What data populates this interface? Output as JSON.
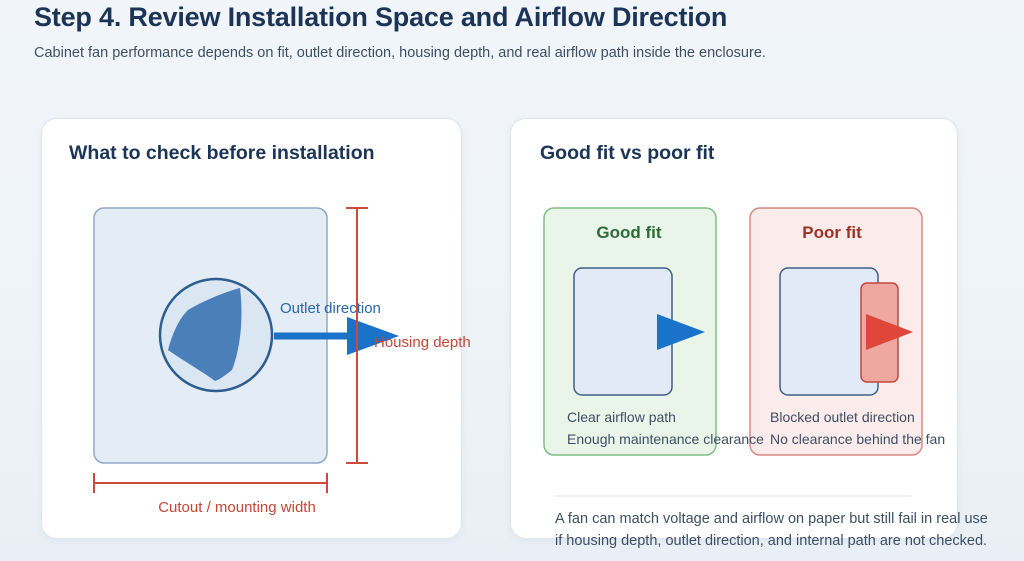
{
  "header": {
    "title": "Step 4. Review Installation Space and Airflow Direction",
    "subtitle": "Cabinet fan performance depends on fit, outlet direction, housing depth, and real airflow path inside the enclosure."
  },
  "left_card": {
    "title": "What to check before installation",
    "labels": {
      "outlet": "Outlet direction",
      "depth": "Housing depth",
      "width": "Cutout / mounting width"
    }
  },
  "right_card": {
    "title": "Good fit vs poor fit",
    "good": {
      "title": "Good fit",
      "line1": "Clear airflow path",
      "line2": "Enough maintenance clearance"
    },
    "poor": {
      "title": "Poor fit",
      "line1": "Blocked outlet direction",
      "line2": "No clearance behind the fan"
    }
  },
  "note": {
    "line1": "A fan can match voltage and airflow on paper but still fail in real use",
    "line2": "if housing depth, outlet direction, and internal path are not checked."
  },
  "colors": {
    "arrow_blue": "#1a73c8",
    "measure_red": "#cd4a3b",
    "good_green": "#7fbf86",
    "poor_red": "#d88a84"
  }
}
